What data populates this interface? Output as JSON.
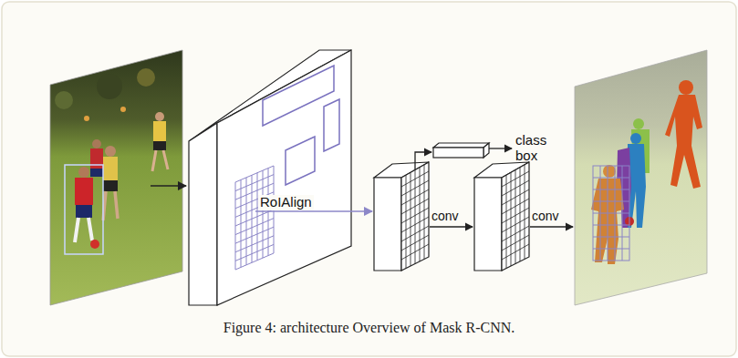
{
  "diagram": {
    "caption": "Figure 4: architecture Overview of Mask R-CNN.",
    "labels": [
      "RoIAlign",
      "conv",
      "conv",
      "class box"
    ]
  }
}
